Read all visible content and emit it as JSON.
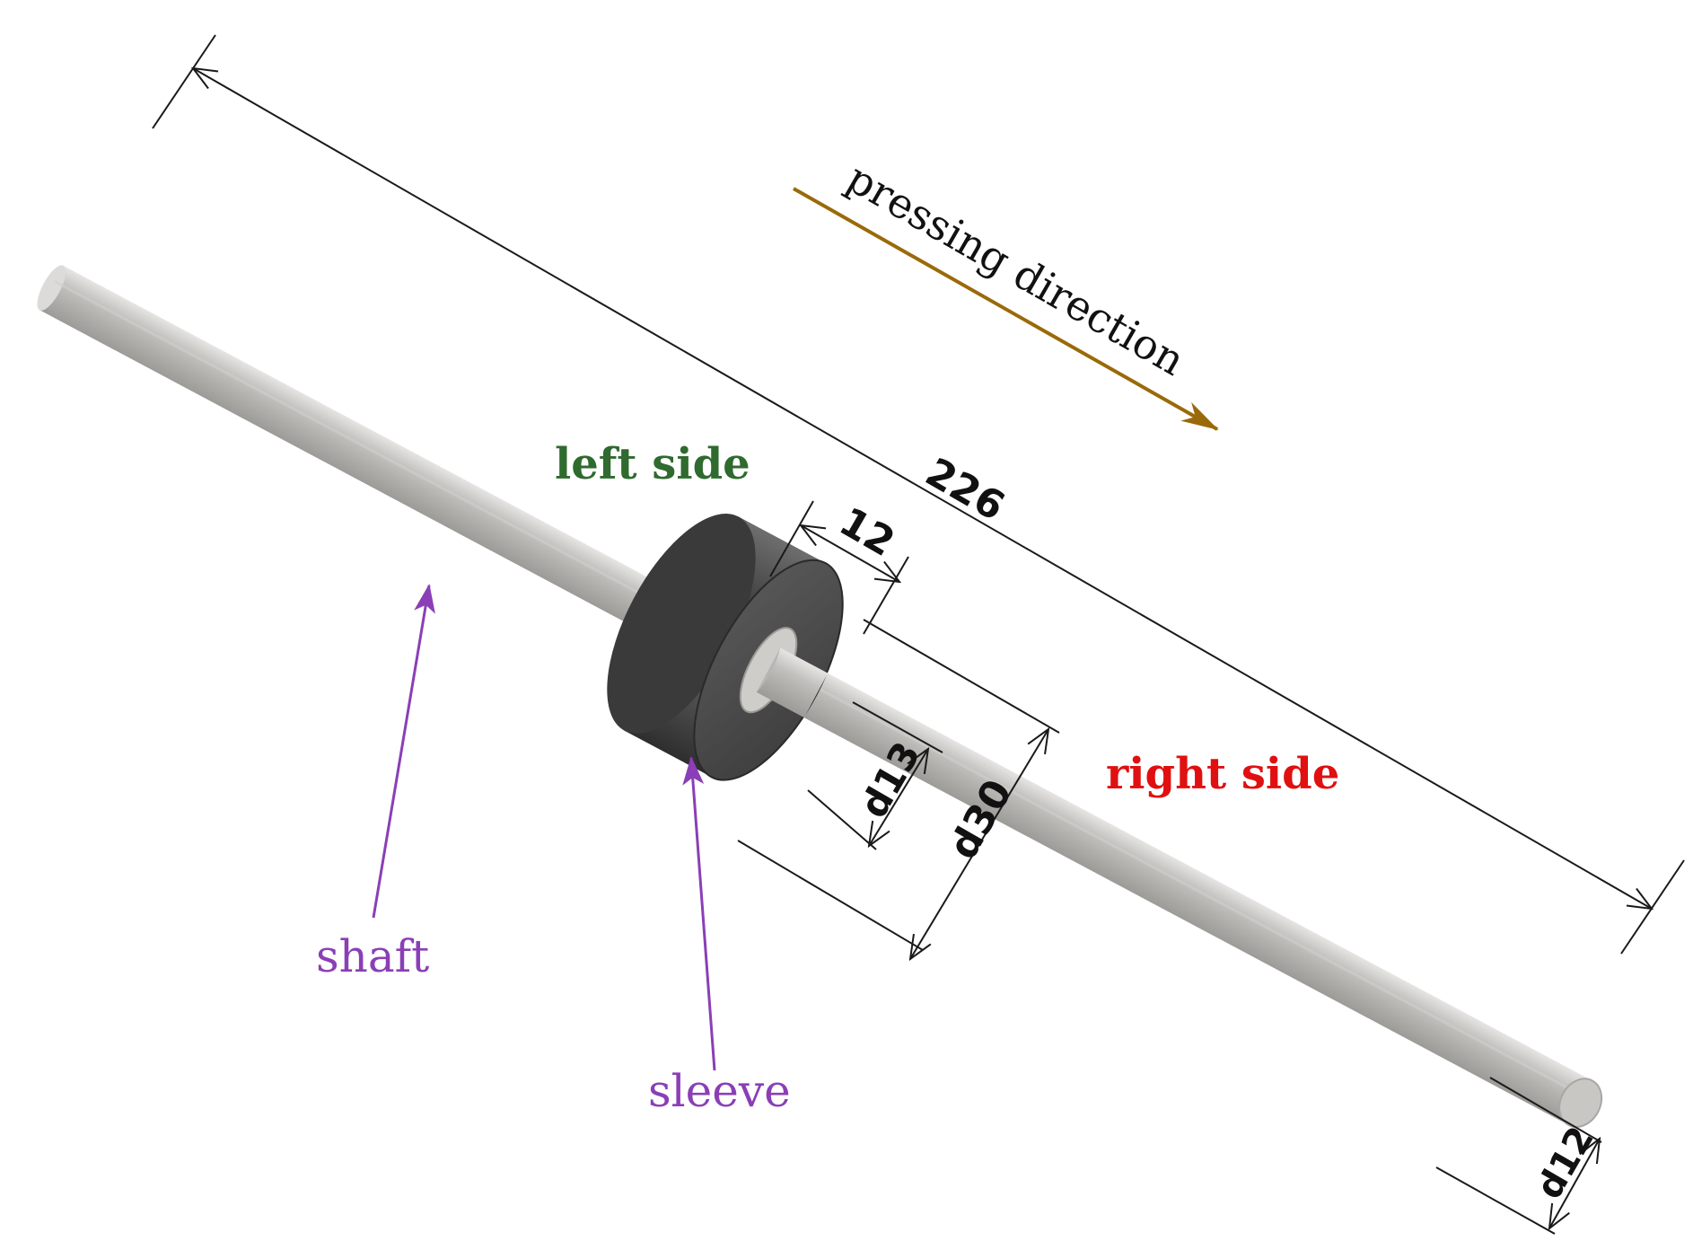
{
  "labels": {
    "pressing_direction": "pressing direction",
    "left_side": "left side",
    "right_side": "right side",
    "shaft": "shaft",
    "sleeve": "sleeve"
  },
  "dimensions": {
    "overall_length": "226",
    "sleeve_length": "12",
    "bore_diameter": "d13",
    "sleeve_diameter": "d30",
    "shaft_diameter": "d12"
  },
  "colors": {
    "pressing_arrow": "#9a6a0a",
    "left_side": "#2f6a2f",
    "right_side": "#e01010",
    "callout": "#8a3fb6",
    "dimension_line": "#1a1a1a",
    "shaft": "#b9b7b4",
    "sleeve": "#4a4a4a"
  }
}
